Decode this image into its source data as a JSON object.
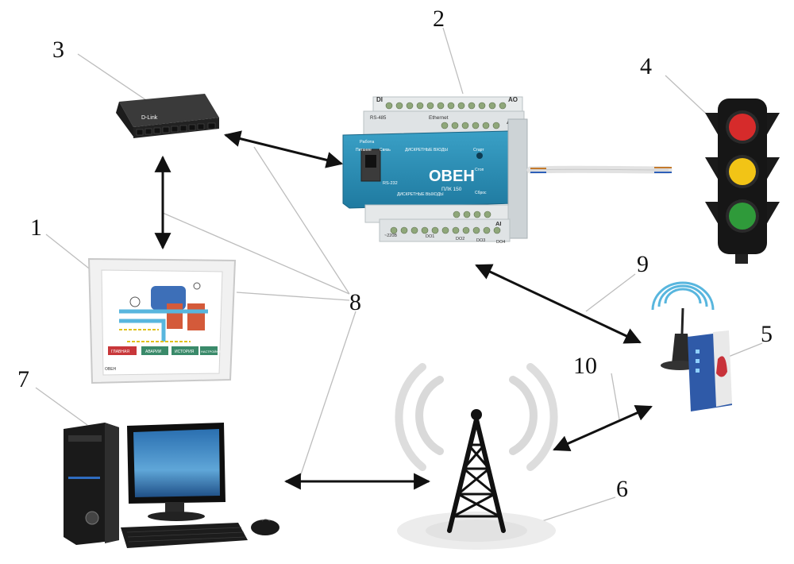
{
  "labels": {
    "n1": "1",
    "n2": "2",
    "n3": "3",
    "n4": "4",
    "n5": "5",
    "n6": "6",
    "n7": "7",
    "n8": "8",
    "n9": "9",
    "n10": "10"
  },
  "plc": {
    "brand": "ОВЕН",
    "model": "ПЛК 150",
    "rs485": "RS-485",
    "rs232": "RS-232",
    "ethernet": "Ethernet",
    "inputs_title": "ДИСКРЕТНЫЕ ВХОДЫ",
    "outputs_title": "ДИСКРЕТНЫЕ ВЫХОДЫ",
    "led_work": "Работа",
    "led_power": "Питание",
    "led_link": "Связь",
    "start": "Старт",
    "stop": "Стоп",
    "reset": "Сброс",
    "di": "DI",
    "ao": "AO",
    "ai": "AI",
    "v220": "~220В",
    "do1": "DO1",
    "do2": "DO2",
    "do3": "DO3",
    "do4": "DO4"
  },
  "switch_brand": "D-Link",
  "hmi": {
    "buttons": [
      "ГЛАВНАЯ",
      "АВАРИИ",
      "ИСТОРИЯ",
      "НАСТРОЙКИ"
    ],
    "brand": "ОВЕН"
  },
  "colors": {
    "plc_body": "#2b8fb5",
    "arrow": "#111111",
    "leader": "#bdbdbd",
    "red": "#d62b2b",
    "yellow": "#f2c416",
    "green": "#2f9a3a"
  }
}
